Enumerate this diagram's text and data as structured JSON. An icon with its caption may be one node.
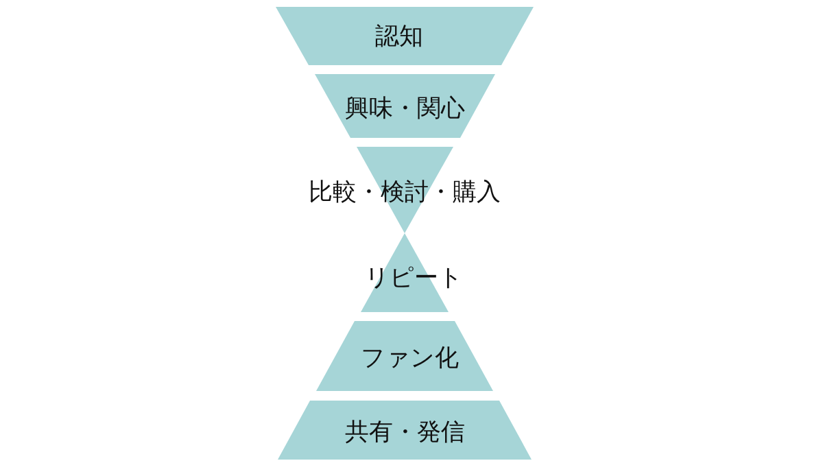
{
  "diagram": {
    "nodes": [
      {
        "text": [
          "認知"
        ]
      },
      {
        "text": [
          "興味・関心"
        ]
      },
      {
        "text": [
          "比較・検討・購入"
        ]
      },
      {
        "text": [
          "リピート"
        ]
      },
      {
        "text": [
          "ファン化"
        ]
      },
      {
        "text": [
          "共有・発信"
        ]
      }
    ]
  }
}
